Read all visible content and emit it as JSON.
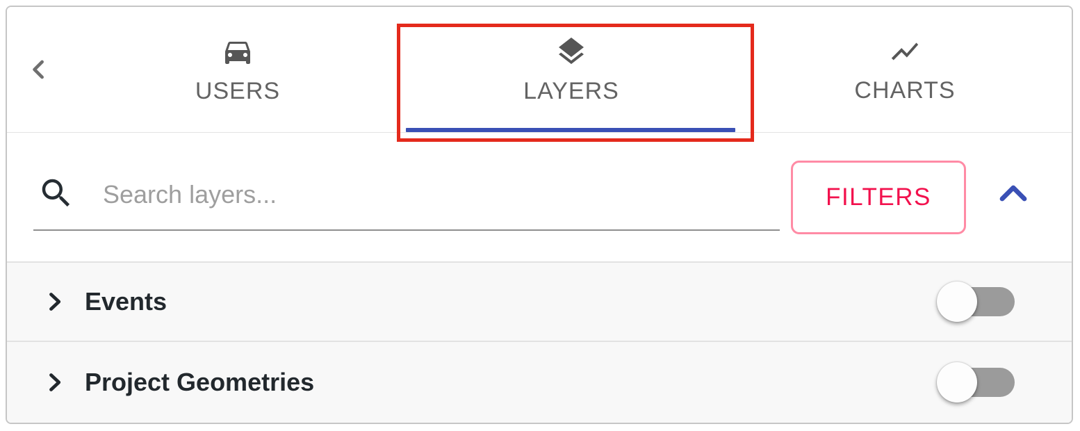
{
  "header": {
    "tabs": [
      {
        "label": "USERS",
        "icon": "car-icon"
      },
      {
        "label": "LAYERS",
        "icon": "layers-icon"
      },
      {
        "label": "CHARTS",
        "icon": "line-chart-icon"
      }
    ],
    "active_tab": "LAYERS"
  },
  "search": {
    "placeholder": "Search layers...",
    "value": "",
    "filters_button": "FILTERS"
  },
  "layer_groups": [
    {
      "label": "Events",
      "enabled": false
    },
    {
      "label": "Project Geometries",
      "enabled": false
    }
  ],
  "annotation": {
    "highlighted_tab": "LAYERS",
    "color": "#e42a1c"
  },
  "colors": {
    "tab_indicator": "#3a50b5",
    "collapse_chevron": "#3a50b5",
    "filters_text": "#f2114d",
    "filters_border": "#ff8ba5",
    "toggle_track_off": "#9b9b9b",
    "row_background": "#f8f8f8",
    "tab_text": "#636363",
    "group_text": "#22282d"
  }
}
